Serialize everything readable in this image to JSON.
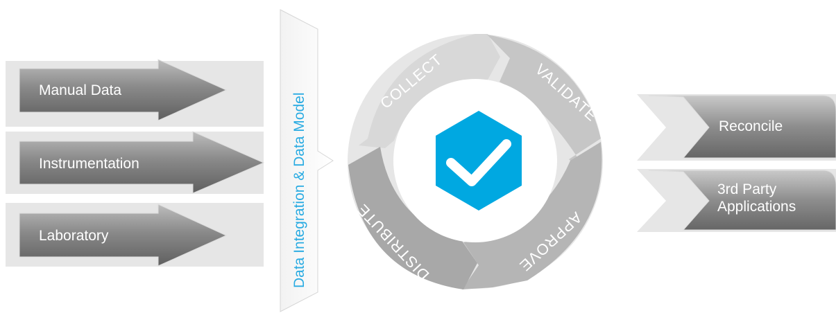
{
  "inputs": [
    {
      "label": "Manual Data"
    },
    {
      "label": "Instrumentation"
    },
    {
      "label": "Laboratory"
    }
  ],
  "integration_band": {
    "label": "Data Integration & Data Model"
  },
  "cycle": {
    "segments": [
      "COLLECT",
      "VALIDATE",
      "APPROVE",
      "DISTRIBUTE"
    ],
    "center_icon": "checkmark-hexagon-icon"
  },
  "outputs": [
    {
      "label": "Reconcile",
      "lines": [
        "Reconcile"
      ]
    },
    {
      "label": "3rd Party Applications",
      "lines": [
        "3rd Party",
        "Applications"
      ]
    }
  ],
  "colors": {
    "accent": "#00a8e1",
    "band_text": "#29abe2",
    "arrow_dark": "#707070",
    "arrow_light": "#e3e3e3"
  }
}
